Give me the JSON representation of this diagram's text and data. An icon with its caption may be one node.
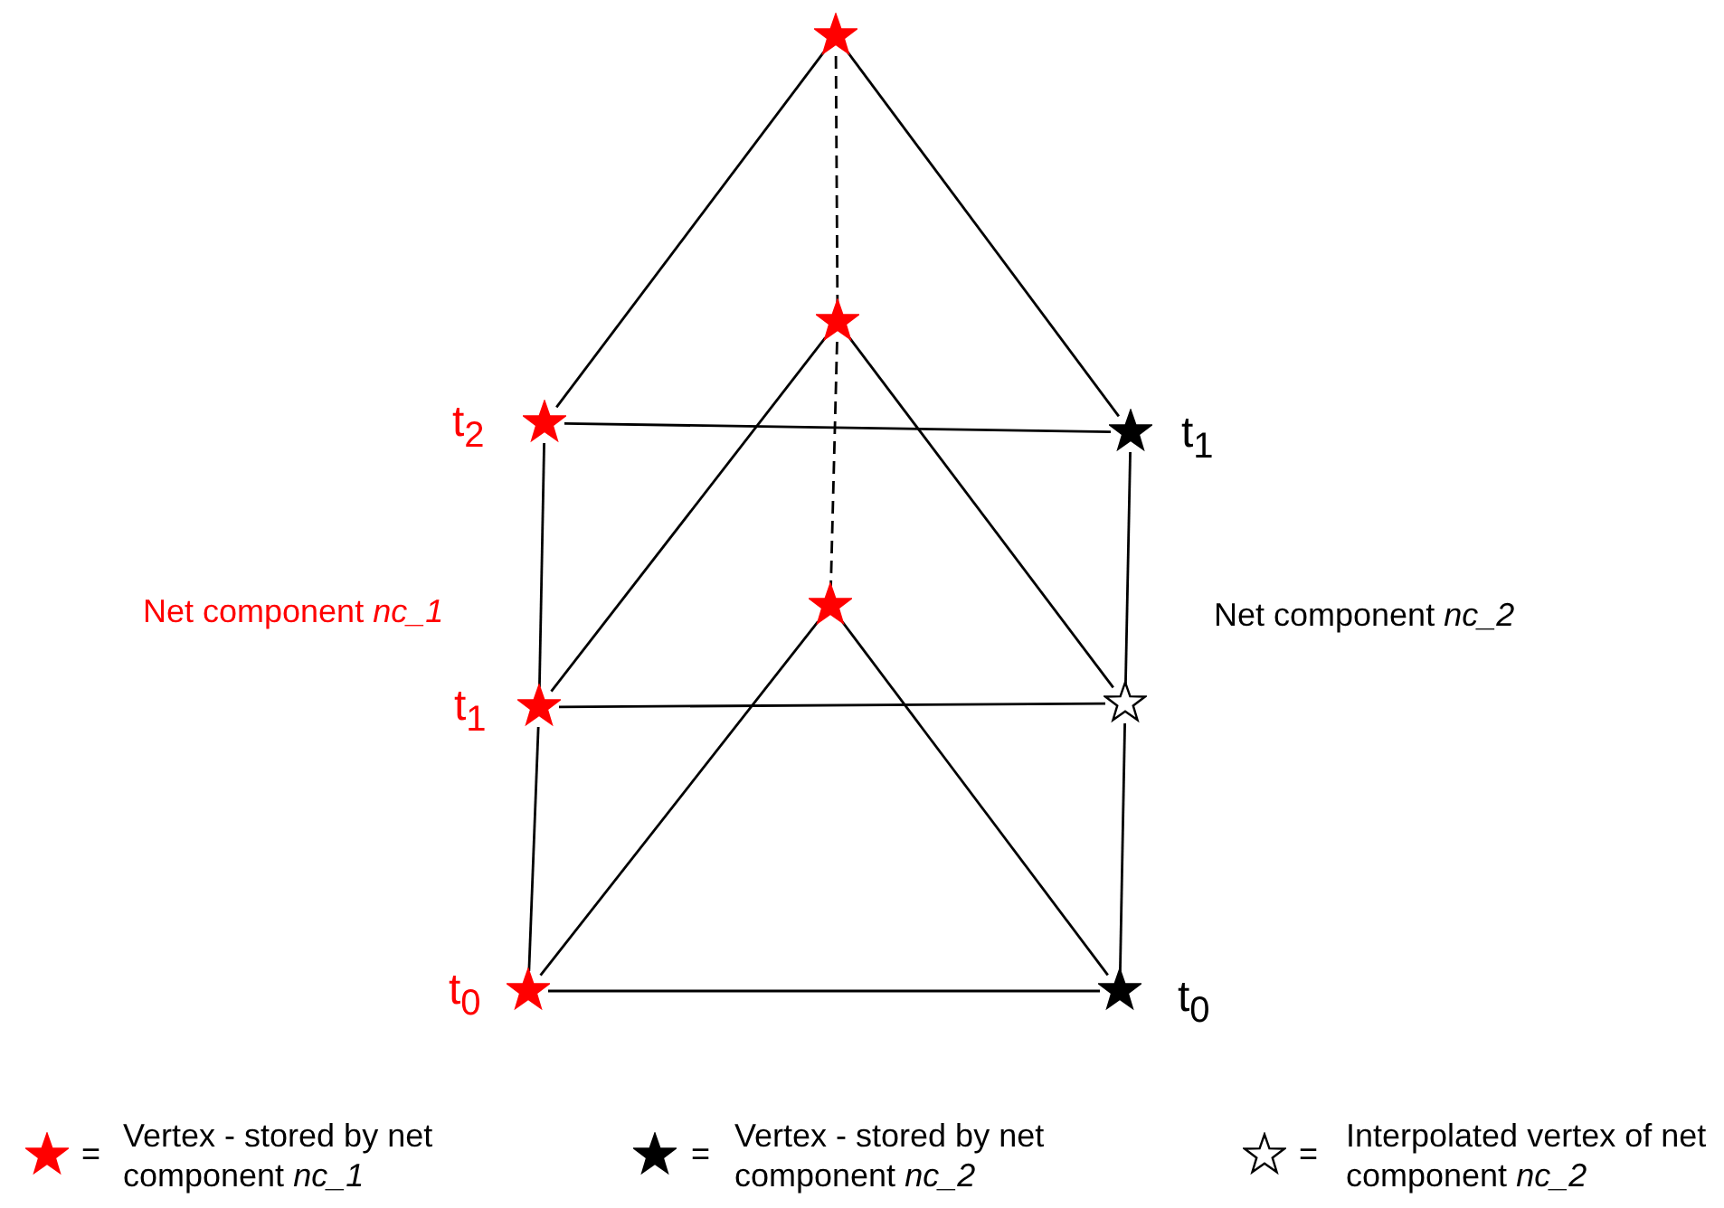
{
  "diagram": {
    "nodes": [
      {
        "text": [],
        "shape": "star"
      },
      {
        "text": [],
        "shape": "star"
      },
      {
        "text": [],
        "shape": "star",
        "beside": [
          "t$_{2}$"
        ]
      },
      {
        "text": [],
        "shape": "star",
        "beside": [
          "t$_{1}$"
        ]
      },
      {
        "text": [],
        "shape": "star"
      },
      {
        "text": [],
        "shape": "star",
        "beside": [
          "t$_{1}$"
        ]
      },
      {
        "text": [],
        "shape": "star"
      },
      {
        "text": [],
        "shape": "star",
        "beside": [
          "t$_{0}$"
        ]
      },
      {
        "text": [],
        "shape": "star",
        "beside": [
          "t$_{0}$"
        ]
      }
    ],
    "edges": [
      {
        "from": 0,
        "to": 2,
        "arrow": "none"
      },
      {
        "from": 0,
        "to": 3,
        "arrow": "none"
      },
      {
        "from": 0,
        "to": 1,
        "arrow": "none",
        "style": "dashed"
      },
      {
        "from": 1,
        "to": 4,
        "arrow": "none",
        "style": "dashed"
      },
      {
        "from": 2,
        "to": 3,
        "arrow": "none"
      },
      {
        "from": 1,
        "to": 5,
        "arrow": "none"
      },
      {
        "from": 1,
        "to": 6,
        "arrow": "none"
      },
      {
        "from": 2,
        "to": 5,
        "arrow": "none"
      },
      {
        "from": 3,
        "to": 6,
        "arrow": "none"
      },
      {
        "from": 5,
        "to": 6,
        "arrow": "none"
      },
      {
        "from": 4,
        "to": 7,
        "arrow": "none"
      },
      {
        "from": 4,
        "to": 8,
        "arrow": "none"
      },
      {
        "from": 5,
        "to": 7,
        "arrow": "none"
      },
      {
        "from": 6,
        "to": 8,
        "arrow": "none"
      },
      {
        "from": 7,
        "to": 8,
        "arrow": "none"
      }
    ],
    "labels": [
      "Net component *nc_1*",
      "Net component *nc_2*",
      "=",
      "=",
      "="
    ],
    "legend": [
      {
        "text": "Vertex - stored by net component *nc_1*"
      },
      {
        "text": "Vertex - stored by net component *nc_2*"
      },
      {
        "text": "Interpolated vertex of net component *nc_2*"
      }
    ]
  }
}
